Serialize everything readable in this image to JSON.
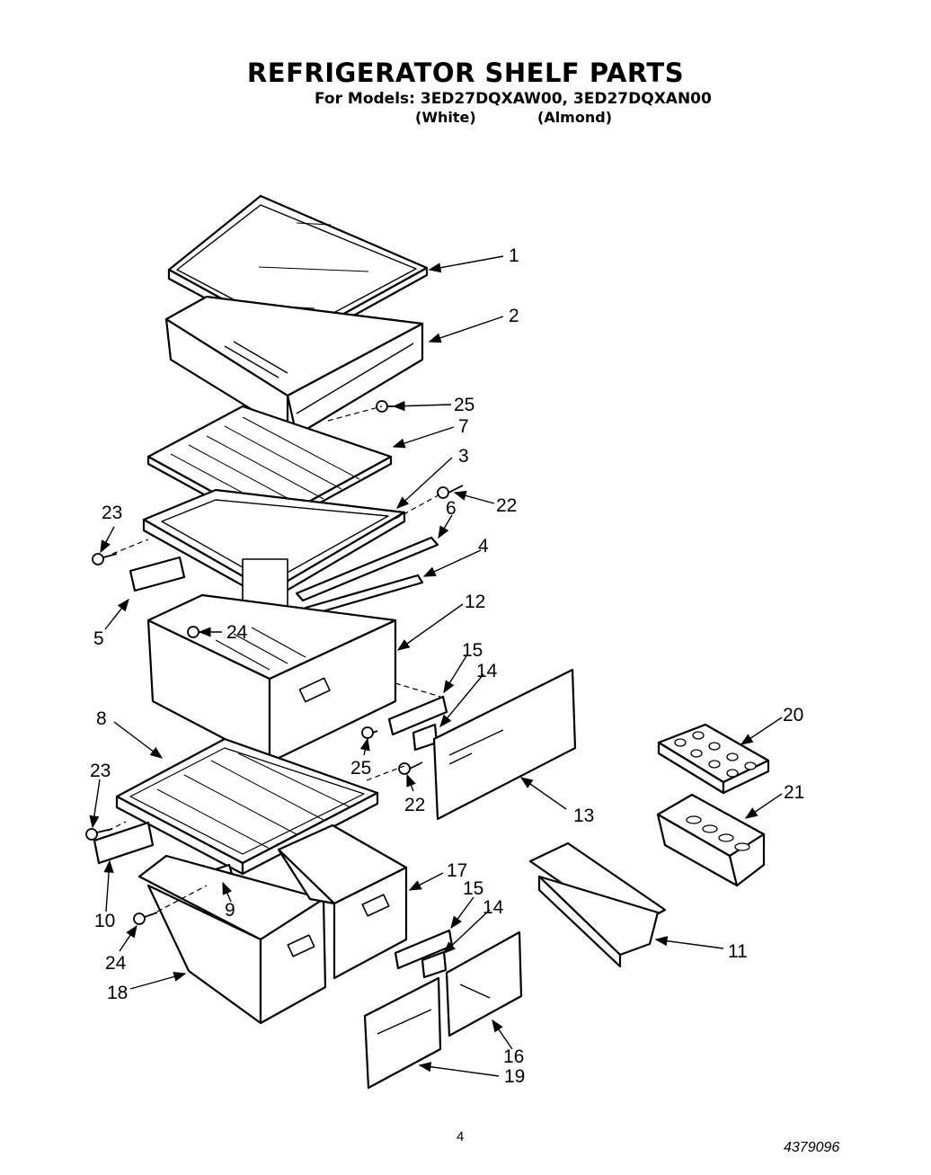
{
  "title": "REFRIGERATOR SHELF PARTS",
  "models_line": "For Models: 3ED27DQXAW00, 3ED27DQXAN00",
  "variant_white": "(White)",
  "variant_almond": "(Almond)",
  "page_number": "4",
  "document_number": "4379096",
  "callouts": [
    "1",
    "2",
    "25",
    "7",
    "3",
    "22",
    "23",
    "6",
    "4",
    "5",
    "24",
    "12",
    "15",
    "14",
    "8",
    "20",
    "25",
    "21",
    "23",
    "22",
    "13",
    "17",
    "15",
    "14",
    "10",
    "9",
    "11",
    "24",
    "18",
    "16",
    "19"
  ]
}
